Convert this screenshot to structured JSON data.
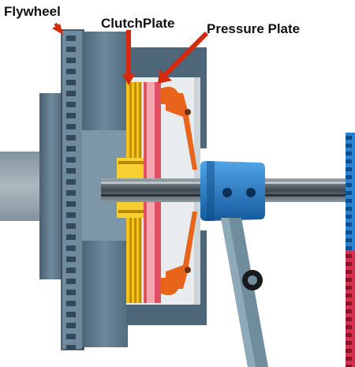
{
  "labels": {
    "flywheel": "Flywheel",
    "clutch_plate": "ClutchPlate",
    "pressure_plate": "Pressure Plate"
  },
  "colors": {
    "arrow": "#d42a0c",
    "flywheel": "#627f93",
    "flywheel_dark": "#3f5565",
    "cover": "#4f6777",
    "clutch_disc": "#f2c31a",
    "pressure_plate": "#d8445a",
    "spring": "#e8641b",
    "shaft": "#4f565c",
    "collar": "#1e79c8",
    "fork": "#6f8d9c",
    "gearbox_blue": "#1c6fbf",
    "gearbox_red": "#c4203a"
  },
  "icons": [
    "arrow-icon"
  ]
}
